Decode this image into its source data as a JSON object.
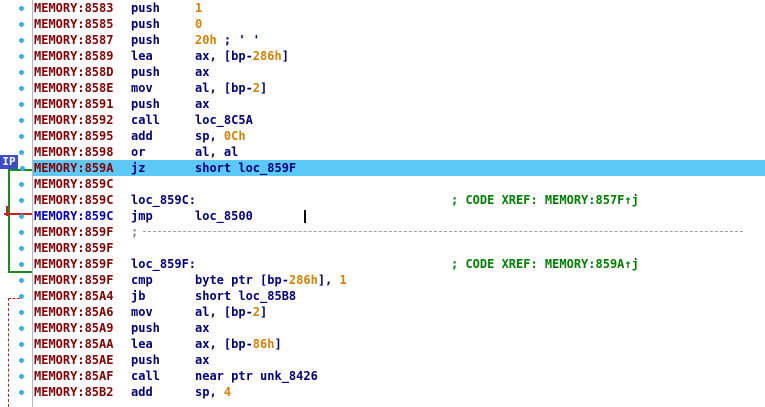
{
  "gutter": {
    "ip_label": "IP"
  },
  "rows": [
    {
      "addr": "MEMORY:8583",
      "mnem": "push",
      "ops": [
        {
          "t": "1",
          "c": "num"
        }
      ]
    },
    {
      "addr": "MEMORY:8585",
      "mnem": "push",
      "ops": [
        {
          "t": "0",
          "c": "num"
        }
      ]
    },
    {
      "addr": "MEMORY:8587",
      "mnem": "push",
      "ops": [
        {
          "t": "20h",
          "c": "num"
        },
        {
          "t": " ; ' '",
          "c": "sep"
        }
      ]
    },
    {
      "addr": "MEMORY:8589",
      "mnem": "lea",
      "ops": [
        {
          "t": "ax, [bp-"
        },
        {
          "t": "286h",
          "c": "num"
        },
        {
          "t": "]"
        }
      ]
    },
    {
      "addr": "MEMORY:858D",
      "mnem": "push",
      "ops": [
        {
          "t": "ax"
        }
      ]
    },
    {
      "addr": "MEMORY:858E",
      "mnem": "mov",
      "ops": [
        {
          "t": "al, [bp-"
        },
        {
          "t": "2",
          "c": "num"
        },
        {
          "t": "]"
        }
      ]
    },
    {
      "addr": "MEMORY:8591",
      "mnem": "push",
      "ops": [
        {
          "t": "ax"
        }
      ]
    },
    {
      "addr": "MEMORY:8592",
      "mnem": "call",
      "ops": [
        {
          "t": "loc_8C5A"
        }
      ]
    },
    {
      "addr": "MEMORY:8595",
      "mnem": "add",
      "ops": [
        {
          "t": "sp, "
        },
        {
          "t": "0Ch",
          "c": "num"
        }
      ]
    },
    {
      "addr": "MEMORY:8598",
      "mnem": "or",
      "ops": [
        {
          "t": "al, al"
        }
      ]
    },
    {
      "addr": "MEMORY:859A",
      "mnem": "jz",
      "ops": [
        {
          "t": "short loc_859F"
        }
      ],
      "current": true
    },
    {
      "addr": "MEMORY:859C"
    },
    {
      "addr": "MEMORY:859C",
      "label": "loc_859C:",
      "comment": "; CODE XREF: MEMORY:857F↑j"
    },
    {
      "addr": "MEMORY:859C",
      "mnem": "jmp",
      "ops": [
        {
          "t": "loc_8500"
        }
      ],
      "blue": true,
      "caret": true
    },
    {
      "addr": "MEMORY:859F",
      "separator": true,
      "sep_text": ";"
    },
    {
      "addr": "MEMORY:859F"
    },
    {
      "addr": "MEMORY:859F",
      "label": "loc_859F:",
      "comment": "; CODE XREF: MEMORY:859A↑j"
    },
    {
      "addr": "MEMORY:859F",
      "mnem": "cmp",
      "ops": [
        {
          "t": "byte ptr [bp-"
        },
        {
          "t": "286h",
          "c": "num"
        },
        {
          "t": "], "
        },
        {
          "t": "1",
          "c": "num"
        }
      ]
    },
    {
      "addr": "MEMORY:85A4",
      "mnem": "jb",
      "ops": [
        {
          "t": "short loc_85B8"
        }
      ]
    },
    {
      "addr": "MEMORY:85A6",
      "mnem": "mov",
      "ops": [
        {
          "t": "al, [bp-"
        },
        {
          "t": "2",
          "c": "num"
        },
        {
          "t": "]"
        }
      ]
    },
    {
      "addr": "MEMORY:85A9",
      "mnem": "push",
      "ops": [
        {
          "t": "ax"
        }
      ]
    },
    {
      "addr": "MEMORY:85AA",
      "mnem": "lea",
      "ops": [
        {
          "t": "ax, [bp-"
        },
        {
          "t": "86h",
          "c": "num"
        },
        {
          "t": "]"
        }
      ]
    },
    {
      "addr": "MEMORY:85AE",
      "mnem": "push",
      "ops": [
        {
          "t": "ax"
        }
      ]
    },
    {
      "addr": "MEMORY:85AF",
      "mnem": "call",
      "ops": [
        {
          "t": "near ptr unk_8426"
        }
      ]
    },
    {
      "addr": "MEMORY:85B2",
      "mnem": "add",
      "ops": [
        {
          "t": "sp, "
        },
        {
          "t": "4",
          "c": "num"
        }
      ]
    }
  ],
  "colors": {
    "address": "#880000",
    "address_jump": "#0000cc",
    "instruction": "#000080",
    "number": "#d98000",
    "comment": "#008000",
    "current_line": "#5cc8f5",
    "breakpoint_dot": "#38b0e8"
  }
}
